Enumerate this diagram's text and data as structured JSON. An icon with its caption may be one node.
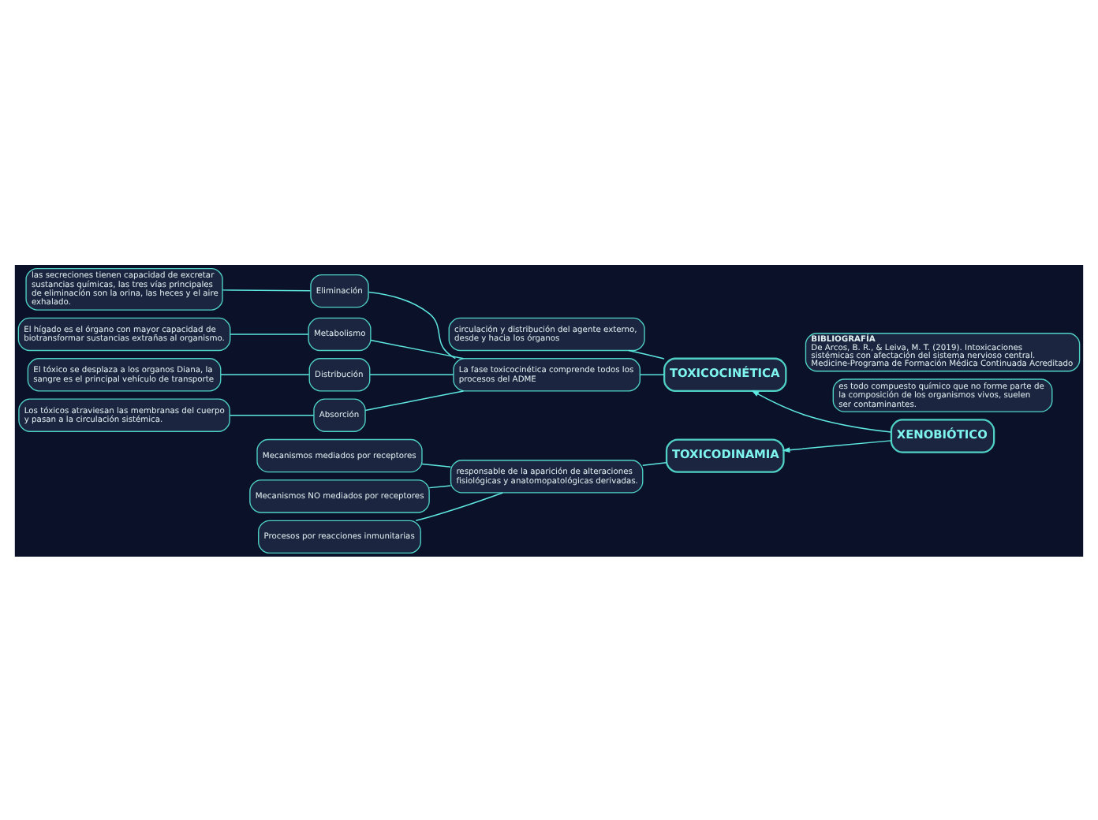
{
  "diagram": {
    "nodes": [
      {
        "text": [
          "Eliminación"
        ]
      },
      {
        "text": [
          "las secreciones tienen capacidad de excretar sustancias químicas, las tres vías principales de eliminación son la orina, las heces y el aire exhalado."
        ]
      },
      {
        "text": [
          "Metabolismo"
        ]
      },
      {
        "text": [
          "El hígado es el órgano con mayor capacidad de biotransformar sustancias extrañas al organismo."
        ]
      },
      {
        "text": [
          "Distribución"
        ]
      },
      {
        "text": [
          "El tóxico se desplaza a los organos Diana, la sangre es el principal vehículo de transporte"
        ]
      },
      {
        "text": [
          "Absorción"
        ]
      },
      {
        "text": [
          "Los tóxicos atraviesan las membranas del cuerpo y pasan a la circulación sistémica."
        ]
      },
      {
        "text": [
          "Mecanismos mediados por receptores"
        ]
      },
      {
        "text": [
          "Mecanismos NO mediados por receptores"
        ]
      },
      {
        "text": [
          "Procesos por reacciones inmunitarias"
        ]
      },
      {
        "text": [
          "circulación y distribución del agente externo, desde y hacia los órganos"
        ]
      },
      {
        "text": [
          "La fase toxicocinética comprende todos los procesos del ADME"
        ]
      },
      {
        "text": [
          "responsable de la aparición de alteraciones fisiológicas y anatomopatológicas derivadas."
        ]
      },
      {
        "text": [
          "XENOBIÓTICO"
        ]
      },
      {
        "text": [
          "TOXICOCINÉTICA"
        ]
      },
      {
        "text": [
          "TOXICODINAMIA"
        ]
      },
      {
        "text": [
          "es todo compuesto químico que no forme parte de la composición de los organismos vivos, suelen ser contaminantes."
        ]
      },
      {
        "text": [
          "BIBLIOGRAFÍA",
          "De Arcos, B. R., & Leiva, M. T. (2019). Intoxicaciones sistémicas con afectación del sistema nervioso central. Medicine-Programa de Formación Médica Continuada Acreditado"
        ]
      }
    ],
    "edges": [
      {
        "from": 14,
        "to": 15,
        "arrow": "to"
      },
      {
        "from": 14,
        "to": 16,
        "arrow": "to"
      },
      {
        "from": 15,
        "to": 11,
        "arrow": "none"
      },
      {
        "from": 15,
        "to": 12,
        "arrow": "none"
      },
      {
        "from": 12,
        "to": 0,
        "arrow": "none"
      },
      {
        "from": 12,
        "to": 2,
        "arrow": "none"
      },
      {
        "from": 12,
        "to": 4,
        "arrow": "none"
      },
      {
        "from": 12,
        "to": 6,
        "arrow": "none"
      },
      {
        "from": 0,
        "to": 1,
        "arrow": "none"
      },
      {
        "from": 2,
        "to": 3,
        "arrow": "none"
      },
      {
        "from": 4,
        "to": 5,
        "arrow": "none"
      },
      {
        "from": 6,
        "to": 7,
        "arrow": "none"
      },
      {
        "from": 16,
        "to": 13,
        "arrow": "none"
      },
      {
        "from": 13,
        "to": 8,
        "arrow": "none"
      },
      {
        "from": 13,
        "to": 9,
        "arrow": "none"
      },
      {
        "from": 13,
        "to": 10,
        "arrow": "none"
      }
    ]
  }
}
